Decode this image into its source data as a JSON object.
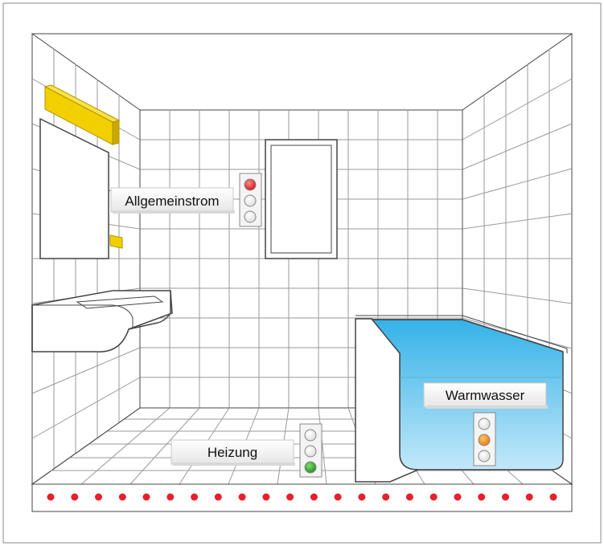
{
  "labels": {
    "general_power": "Allgemeinstrom",
    "heating": "Heizung",
    "hot_water": "Warmwasser"
  },
  "indicators": {
    "general_power": {
      "active_lamp": "top",
      "active_color": "#e8202a"
    },
    "heating": {
      "active_lamp": "bottom",
      "active_color": "#2a9a2a"
    },
    "hot_water": {
      "active_lamp": "middle",
      "active_color": "#f29018"
    }
  },
  "colors": {
    "line": "#3a3a3a",
    "grid": "#9a9a9a",
    "lamp": "#f2d000",
    "water_top": "#3ab6ea",
    "water_bottom": "#bfe6f8",
    "floor_dots": "#e8202a",
    "label_bg": "#f2f2f2"
  },
  "floor_dot_count": 22
}
